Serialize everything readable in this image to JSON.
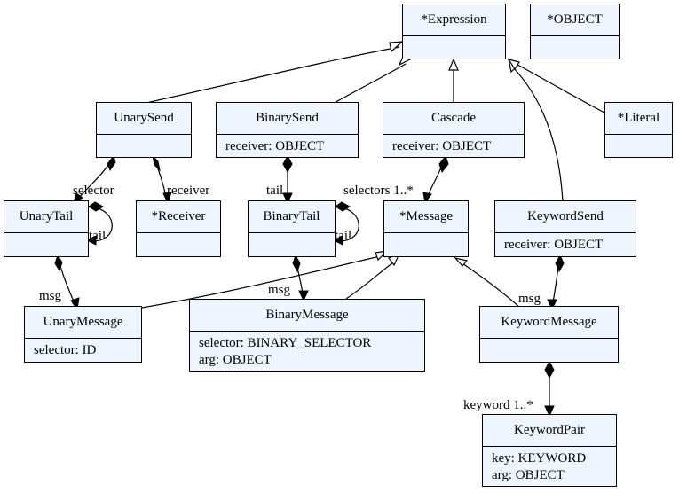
{
  "classes": {
    "expression": {
      "name": "*Expression"
    },
    "object": {
      "name": "*OBJECT"
    },
    "unary_send": {
      "name": "UnarySend"
    },
    "binary_send": {
      "name": "BinarySend",
      "attrs": [
        "receiver: OBJECT"
      ]
    },
    "cascade": {
      "name": "Cascade",
      "attrs": [
        "receiver: OBJECT"
      ]
    },
    "literal": {
      "name": "*Literal"
    },
    "unary_tail": {
      "name": "UnaryTail"
    },
    "receiver": {
      "name": "*Receiver"
    },
    "binary_tail": {
      "name": "BinaryTail"
    },
    "message": {
      "name": "*Message"
    },
    "keyword_send": {
      "name": "KeywordSend",
      "attrs": [
        "receiver: OBJECT"
      ]
    },
    "unary_message": {
      "name": "UnaryMessage",
      "attrs": [
        "selector: ID"
      ]
    },
    "binary_message": {
      "name": "BinaryMessage",
      "attrs": [
        "selector: BINARY_SELECTOR",
        "arg: OBJECT"
      ]
    },
    "keyword_message": {
      "name": "KeywordMessage"
    },
    "keyword_pair": {
      "name": "KeywordPair",
      "attrs": [
        "key: KEYWORD",
        "arg: OBJECT"
      ]
    }
  },
  "edge_labels": {
    "selector": "selector",
    "receiver": "receiver",
    "unary_tail_self": "tail",
    "binary_tail_in": "tail",
    "binary_tail_self": "tail",
    "selectors": "selectors 1..*",
    "unary_msg": "msg",
    "binary_msg": "msg",
    "keyword_msg": "msg",
    "keyword": "keyword 1..*"
  }
}
